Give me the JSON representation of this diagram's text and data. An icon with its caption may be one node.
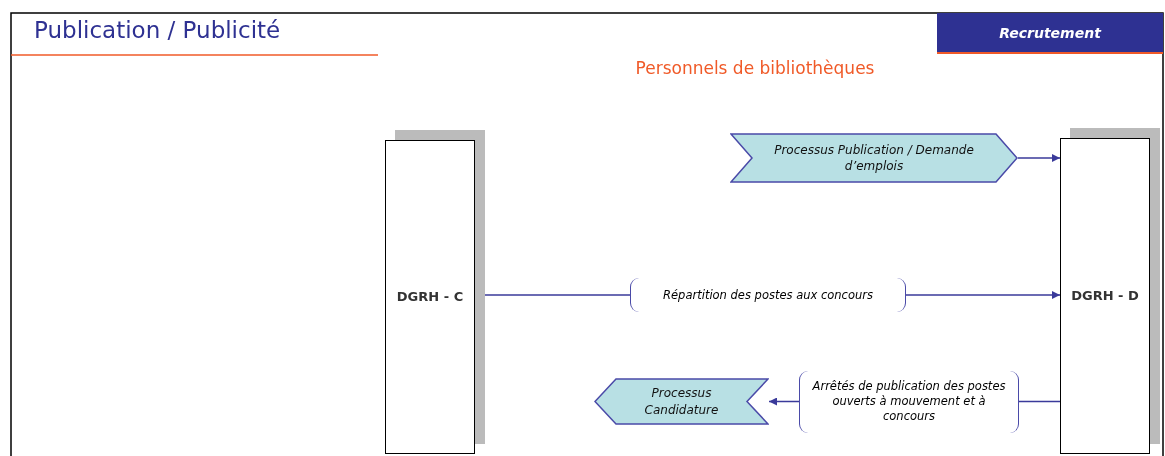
{
  "diagram": {
    "title": "Publication / Publicité",
    "nodes": [
      {
        "text": [
          "DGRH - C"
        ]
      },
      {
        "text": [
          "Processus Publication / Demande d’emplois"
        ]
      },
      {
        "text": [
          "DGRH - D"
        ]
      },
      {
        "text": [
          "Processus Candidature"
        ]
      }
    ],
    "edges": [
      {
        "from": 1,
        "to": 2,
        "arrow": "to"
      },
      {
        "from": 0,
        "to": 2,
        "arrow": "to",
        "label": "Répartition des postes aux concours"
      },
      {
        "from": 2,
        "to": 3,
        "arrow": "to",
        "label": "Arrêtés de publication des postes ouverts à mouvement et à concours"
      }
    ],
    "labels": [
      "Recrutement",
      "Personnels de bibliothèques"
    ]
  }
}
